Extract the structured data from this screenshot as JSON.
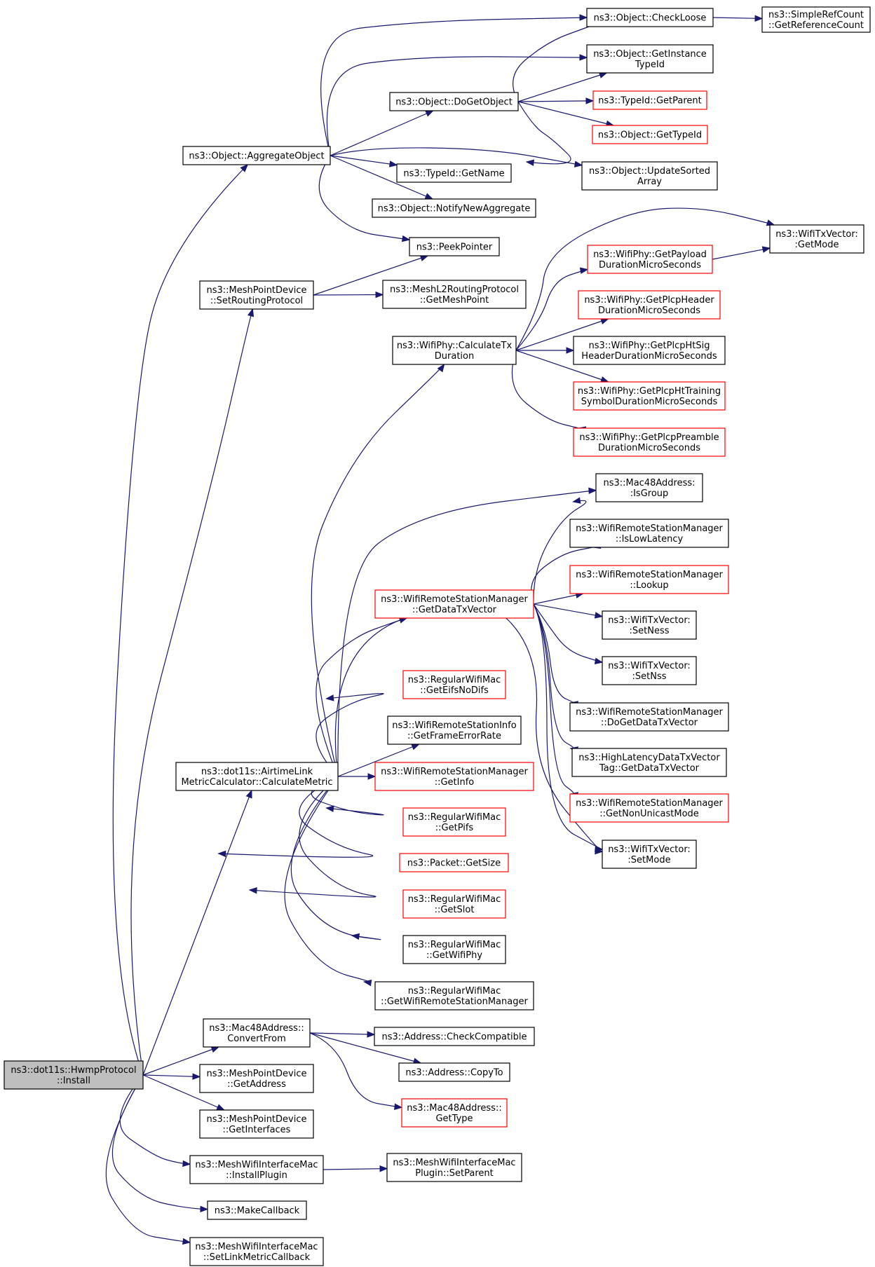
{
  "colors": {
    "edge": "#191970",
    "node_border": "#000000",
    "node_border_unresolved": "#ff0000",
    "root_fill": "#bfbfbf",
    "node_fill": "#ffffff"
  },
  "nodes": [
    {
      "id": "hwmp_install",
      "lines": [
        "ns3::dot11s::HwmpProtocol",
        "::Install"
      ],
      "style": "root"
    },
    {
      "id": "aggregate_object",
      "lines": [
        "ns3::Object::AggregateObject"
      ],
      "style": "normal"
    },
    {
      "id": "set_routing_protocol",
      "lines": [
        "ns3::MeshPointDevice",
        "::SetRoutingProtocol"
      ],
      "style": "normal"
    },
    {
      "id": "calculate_metric",
      "lines": [
        "ns3::dot11s::AirtimeLink",
        "MetricCalculator::CalculateMetric"
      ],
      "style": "normal"
    },
    {
      "id": "mac48_convert_from",
      "lines": [
        "ns3::Mac48Address::",
        "ConvertFrom"
      ],
      "style": "normal"
    },
    {
      "id": "mesh_get_address",
      "lines": [
        "ns3::MeshPointDevice",
        "::GetAddress"
      ],
      "style": "normal"
    },
    {
      "id": "mesh_get_interfaces",
      "lines": [
        "ns3::MeshPointDevice",
        "::GetInterfaces"
      ],
      "style": "normal"
    },
    {
      "id": "install_plugin",
      "lines": [
        "ns3::MeshWifiInterfaceMac",
        "::InstallPlugin"
      ],
      "style": "normal"
    },
    {
      "id": "make_callback",
      "lines": [
        "ns3::MakeCallback"
      ],
      "style": "normal"
    },
    {
      "id": "set_link_metric_callback",
      "lines": [
        "ns3::MeshWifiInterfaceMac",
        "::SetLinkMetricCallback"
      ],
      "style": "normal"
    },
    {
      "id": "do_get_object",
      "lines": [
        "ns3::Object::DoGetObject"
      ],
      "style": "normal"
    },
    {
      "id": "typeid_get_name",
      "lines": [
        "ns3::TypeId::GetName"
      ],
      "style": "normal"
    },
    {
      "id": "notify_new_aggregate",
      "lines": [
        "ns3::Object::NotifyNewAggregate"
      ],
      "style": "normal"
    },
    {
      "id": "peek_pointer",
      "lines": [
        "ns3::PeekPointer"
      ],
      "style": "normal"
    },
    {
      "id": "get_mesh_point",
      "lines": [
        "ns3::MeshL2RoutingProtocol",
        "::GetMeshPoint"
      ],
      "style": "normal"
    },
    {
      "id": "calculate_tx_duration",
      "lines": [
        "ns3::WifiPhy::CalculateTx",
        "Duration"
      ],
      "style": "normal"
    },
    {
      "id": "get_data_tx_vector",
      "lines": [
        "ns3::WifiRemoteStationManager",
        "::GetDataTxVector"
      ],
      "style": "unresolved"
    },
    {
      "id": "get_eifs_no_difs",
      "lines": [
        "ns3::RegularWifiMac",
        "::GetEifsNoDifs"
      ],
      "style": "unresolved"
    },
    {
      "id": "get_frame_error_rate",
      "lines": [
        "ns3::WifiRemoteStationInfo",
        "::GetFrameErrorRate"
      ],
      "style": "normal"
    },
    {
      "id": "get_info",
      "lines": [
        "ns3::WifiRemoteStationManager",
        "::GetInfo"
      ],
      "style": "unresolved"
    },
    {
      "id": "get_pifs",
      "lines": [
        "ns3::RegularWifiMac",
        "::GetPifs"
      ],
      "style": "unresolved"
    },
    {
      "id": "packet_get_size",
      "lines": [
        "ns3::Packet::GetSize"
      ],
      "style": "unresolved"
    },
    {
      "id": "get_slot",
      "lines": [
        "ns3::RegularWifiMac",
        "::GetSlot"
      ],
      "style": "unresolved"
    },
    {
      "id": "get_wifi_phy",
      "lines": [
        "ns3::RegularWifiMac",
        "::GetWifiPhy"
      ],
      "style": "normal"
    },
    {
      "id": "get_wifi_remote_station_manager",
      "lines": [
        "ns3::RegularWifiMac",
        "::GetWifiRemoteStationManager"
      ],
      "style": "normal"
    },
    {
      "id": "check_compatible",
      "lines": [
        "ns3::Address::CheckCompatible"
      ],
      "style": "normal"
    },
    {
      "id": "copy_to",
      "lines": [
        "ns3::Address::CopyTo"
      ],
      "style": "normal"
    },
    {
      "id": "mac48_get_type",
      "lines": [
        "ns3::Mac48Address::",
        "GetType"
      ],
      "style": "unresolved"
    },
    {
      "id": "set_parent",
      "lines": [
        "ns3::MeshWifiInterfaceMac",
        "Plugin::SetParent"
      ],
      "style": "normal"
    },
    {
      "id": "check_loose",
      "lines": [
        "ns3::Object::CheckLoose"
      ],
      "style": "normal"
    },
    {
      "id": "get_instance_type_id",
      "lines": [
        "ns3::Object::GetInstance",
        "TypeId"
      ],
      "style": "normal"
    },
    {
      "id": "typeid_get_parent",
      "lines": [
        "ns3::TypeId::GetParent"
      ],
      "style": "unresolved"
    },
    {
      "id": "object_get_type_id",
      "lines": [
        "ns3::Object::GetTypeId"
      ],
      "style": "unresolved"
    },
    {
      "id": "update_sorted_array",
      "lines": [
        "ns3::Object::UpdateSorted",
        "Array"
      ],
      "style": "normal"
    },
    {
      "id": "get_payload_duration",
      "lines": [
        "ns3::WifiPhy::GetPayload",
        "DurationMicroSeconds"
      ],
      "style": "unresolved"
    },
    {
      "id": "get_plcp_header_duration",
      "lines": [
        "ns3::WifiPhy::GetPlcpHeader",
        "DurationMicroSeconds"
      ],
      "style": "unresolved"
    },
    {
      "id": "get_plcp_ht_sig_header",
      "lines": [
        "ns3::WifiPhy::GetPlcpHtSig",
        "HeaderDurationMicroSeconds"
      ],
      "style": "normal"
    },
    {
      "id": "get_plcp_ht_training",
      "lines": [
        "ns3::WifiPhy::GetPlcpHtTraining",
        "SymbolDurationMicroSeconds"
      ],
      "style": "unresolved"
    },
    {
      "id": "get_plcp_preamble",
      "lines": [
        "ns3::WifiPhy::GetPlcpPreamble",
        "DurationMicroSeconds"
      ],
      "style": "unresolved"
    },
    {
      "id": "mac48_is_group",
      "lines": [
        "ns3::Mac48Address:",
        ":IsGroup"
      ],
      "style": "normal"
    },
    {
      "id": "is_low_latency",
      "lines": [
        "ns3::WifiRemoteStationManager",
        "::IsLowLatency"
      ],
      "style": "normal"
    },
    {
      "id": "lookup",
      "lines": [
        "ns3::WifiRemoteStationManager",
        "::Lookup"
      ],
      "style": "unresolved"
    },
    {
      "id": "set_ness",
      "lines": [
        "ns3::WifiTxVector:",
        ":SetNess"
      ],
      "style": "normal"
    },
    {
      "id": "set_nss",
      "lines": [
        "ns3::WifiTxVector:",
        ":SetNss"
      ],
      "style": "normal"
    },
    {
      "id": "do_get_data_tx_vector",
      "lines": [
        "ns3::WifiRemoteStationManager",
        "::DoGetDataTxVector"
      ],
      "style": "normal"
    },
    {
      "id": "high_latency_tag",
      "lines": [
        "ns3::HighLatencyDataTxVector",
        "Tag::GetDataTxVector"
      ],
      "style": "normal"
    },
    {
      "id": "get_non_unicast_mode",
      "lines": [
        "ns3::WifiRemoteStationManager",
        "::GetNonUnicastMode"
      ],
      "style": "unresolved"
    },
    {
      "id": "set_mode",
      "lines": [
        "ns3::WifiTxVector:",
        ":SetMode"
      ],
      "style": "normal"
    },
    {
      "id": "simple_ref_count",
      "lines": [
        "ns3::SimpleRefCount",
        "::GetReferenceCount"
      ],
      "style": "normal"
    },
    {
      "id": "wifi_tx_vector_get_mode",
      "lines": [
        "ns3::WifiTxVector:",
        ":GetMode"
      ],
      "style": "normal"
    }
  ],
  "edges": [
    [
      "hwmp_install",
      "aggregate_object"
    ],
    [
      "hwmp_install",
      "set_routing_protocol"
    ],
    [
      "hwmp_install",
      "calculate_metric"
    ],
    [
      "hwmp_install",
      "mac48_convert_from"
    ],
    [
      "hwmp_install",
      "mesh_get_address"
    ],
    [
      "hwmp_install",
      "mesh_get_interfaces"
    ],
    [
      "hwmp_install",
      "install_plugin"
    ],
    [
      "hwmp_install",
      "make_callback"
    ],
    [
      "hwmp_install",
      "set_link_metric_callback"
    ],
    [
      "aggregate_object",
      "check_loose"
    ],
    [
      "aggregate_object",
      "get_instance_type_id"
    ],
    [
      "aggregate_object",
      "do_get_object"
    ],
    [
      "aggregate_object",
      "update_sorted_array"
    ],
    [
      "aggregate_object",
      "typeid_get_name"
    ],
    [
      "aggregate_object",
      "notify_new_aggregate"
    ],
    [
      "aggregate_object",
      "peek_pointer"
    ],
    [
      "do_get_object",
      "check_loose"
    ],
    [
      "do_get_object",
      "get_instance_type_id"
    ],
    [
      "do_get_object",
      "typeid_get_parent"
    ],
    [
      "do_get_object",
      "object_get_type_id"
    ],
    [
      "do_get_object",
      "update_sorted_array"
    ],
    [
      "check_loose",
      "simple_ref_count"
    ],
    [
      "set_routing_protocol",
      "peek_pointer"
    ],
    [
      "set_routing_protocol",
      "get_mesh_point"
    ],
    [
      "calculate_metric",
      "calculate_tx_duration"
    ],
    [
      "calculate_metric",
      "mac48_is_group"
    ],
    [
      "calculate_metric",
      "get_data_tx_vector"
    ],
    [
      "calculate_metric",
      "set_mode"
    ],
    [
      "calculate_metric",
      "get_eifs_no_difs"
    ],
    [
      "calculate_metric",
      "get_frame_error_rate"
    ],
    [
      "calculate_metric",
      "get_info"
    ],
    [
      "calculate_metric",
      "get_pifs"
    ],
    [
      "calculate_metric",
      "packet_get_size"
    ],
    [
      "calculate_metric",
      "get_slot"
    ],
    [
      "calculate_metric",
      "get_wifi_phy"
    ],
    [
      "calculate_metric",
      "get_wifi_remote_station_manager"
    ],
    [
      "calculate_tx_duration",
      "wifi_tx_vector_get_mode"
    ],
    [
      "calculate_tx_duration",
      "get_payload_duration"
    ],
    [
      "calculate_tx_duration",
      "get_plcp_header_duration"
    ],
    [
      "calculate_tx_duration",
      "get_plcp_ht_sig_header"
    ],
    [
      "calculate_tx_duration",
      "get_plcp_ht_training"
    ],
    [
      "calculate_tx_duration",
      "get_plcp_preamble"
    ],
    [
      "get_payload_duration",
      "wifi_tx_vector_get_mode"
    ],
    [
      "get_data_tx_vector",
      "mac48_is_group"
    ],
    [
      "get_data_tx_vector",
      "is_low_latency"
    ],
    [
      "get_data_tx_vector",
      "lookup"
    ],
    [
      "get_data_tx_vector",
      "set_ness"
    ],
    [
      "get_data_tx_vector",
      "set_nss"
    ],
    [
      "get_data_tx_vector",
      "do_get_data_tx_vector"
    ],
    [
      "get_data_tx_vector",
      "high_latency_tag"
    ],
    [
      "get_data_tx_vector",
      "get_non_unicast_mode"
    ],
    [
      "get_data_tx_vector",
      "set_mode"
    ],
    [
      "mac48_convert_from",
      "check_compatible"
    ],
    [
      "mac48_convert_from",
      "copy_to"
    ],
    [
      "mac48_convert_from",
      "mac48_get_type"
    ],
    [
      "install_plugin",
      "set_parent"
    ]
  ]
}
